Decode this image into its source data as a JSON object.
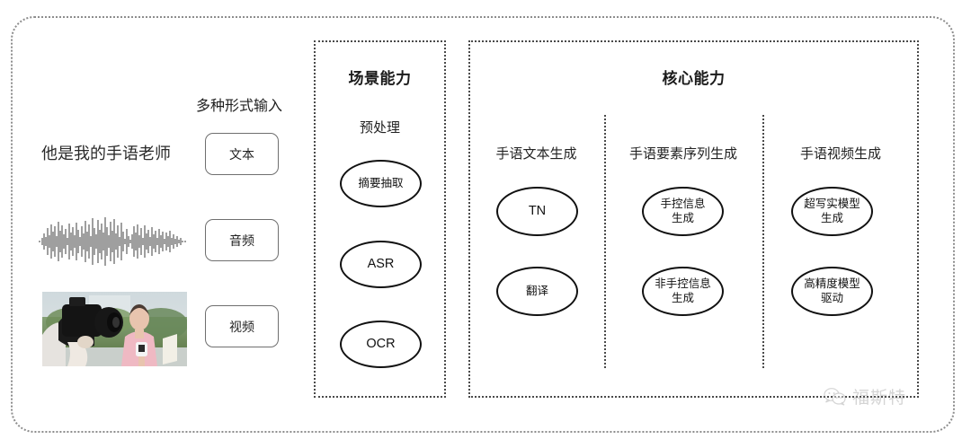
{
  "diagram": {
    "background_color": "#ffffff",
    "frame_color": "#8d8d8d",
    "panel_border_color": "#4a4a4a",
    "node_border_color": "#111111"
  },
  "input_section": {
    "heading": "多种形式输入",
    "sample_text": "他是我的手语老师",
    "waveform_label": "audio-waveform",
    "photo_label": "camera-operator-filming-reporter-photo",
    "modalities": [
      {
        "label": "文本",
        "icon": "text-icon"
      },
      {
        "label": "音频",
        "icon": "audio-icon"
      },
      {
        "label": "视频",
        "icon": "video-icon"
      }
    ]
  },
  "scene_panel": {
    "title": "场景能力",
    "group_label": "预处理",
    "nodes": [
      {
        "label": "摘要抽取"
      },
      {
        "label": "ASR"
      },
      {
        "label": "OCR"
      }
    ]
  },
  "core_panel": {
    "title": "核心能力",
    "columns": [
      {
        "head": "手语文本生成",
        "nodes": [
          {
            "label": "TN"
          },
          {
            "label": "翻译"
          }
        ]
      },
      {
        "head": "手语要素序列生成",
        "nodes": [
          {
            "label": "手控信息\n生成"
          },
          {
            "label": "非手控信息\n生成"
          }
        ]
      },
      {
        "head": "手语视频生成",
        "nodes": [
          {
            "label": "超写实模型\n生成"
          },
          {
            "label": "高精度模型\n驱动"
          }
        ]
      }
    ]
  },
  "watermark": {
    "text": "福斯特",
    "icon": "wechat-icon"
  }
}
